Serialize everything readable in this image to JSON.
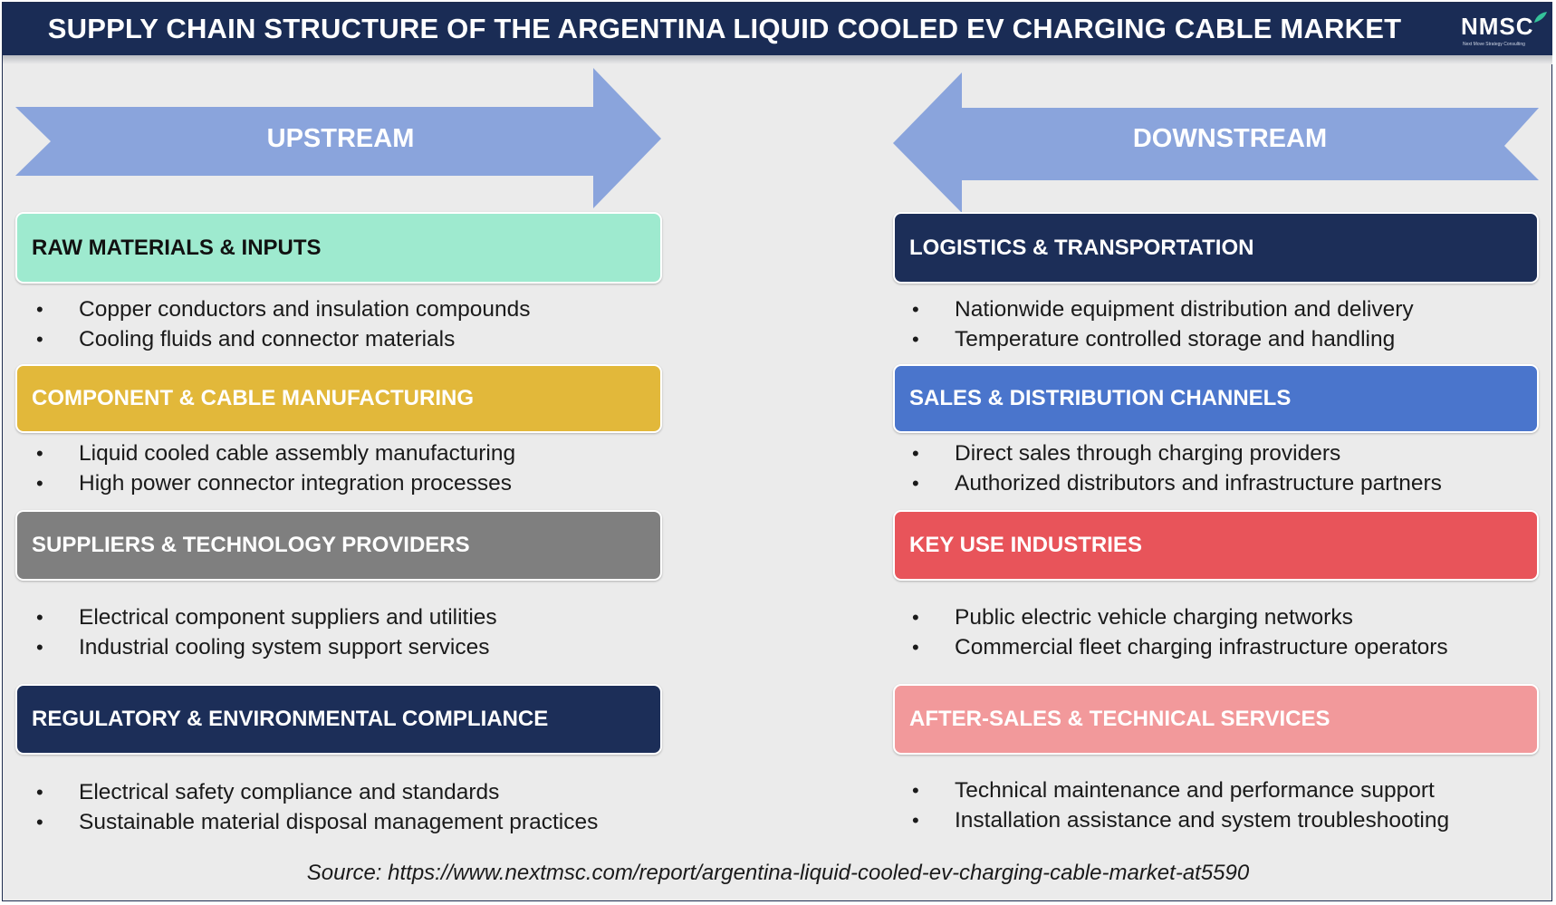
{
  "header": {
    "title": "SUPPLY CHAIN STRUCTURE OF THE ARGENTINA LIQUID COOLED EV CHARGING CABLE MARKET",
    "logo": "NMSC",
    "logo_sub": "Next Move Strategy Consulting"
  },
  "upstream": {
    "label": "UPSTREAM",
    "sections": [
      {
        "title": "RAW MATERIALS & INPUTS",
        "bg": "#9eeacf",
        "fg": "#111111",
        "items": [
          "Copper conductors and insulation compounds",
          "Cooling fluids and connector materials"
        ]
      },
      {
        "title": "COMPONENT & CABLE MANUFACTURING",
        "bg": "#e2b83a",
        "fg": "#ffffff",
        "items": [
          "Liquid cooled cable assembly manufacturing",
          "High power connector integration processes"
        ]
      },
      {
        "title": "SUPPLIERS & TECHNOLOGY PROVIDERS",
        "bg": "#7f7f7f",
        "fg": "#ffffff",
        "items": [
          "Electrical component suppliers and utilities",
          "Industrial cooling system support services"
        ]
      },
      {
        "title": "REGULATORY & ENVIRONMENTAL COMPLIANCE",
        "bg": "#1c2e58",
        "fg": "#ffffff",
        "items": [
          "Electrical safety compliance and standards",
          "Sustainable material disposal management practices"
        ]
      }
    ]
  },
  "downstream": {
    "label": "DOWNSTREAM",
    "sections": [
      {
        "title": "LOGISTICS & TRANSPORTATION",
        "bg": "#1c2e58",
        "fg": "#ffffff",
        "items": [
          "Nationwide equipment distribution and delivery",
          "Temperature controlled storage and handling"
        ]
      },
      {
        "title": "SALES & DISTRIBUTION CHANNELS",
        "bg": "#4a75cc",
        "fg": "#ffffff",
        "items": [
          "Direct sales through charging providers",
          "Authorized distributors and infrastructure partners"
        ]
      },
      {
        "title": "KEY USE INDUSTRIES",
        "bg": "#e8545a",
        "fg": "#ffffff",
        "items": [
          "Public electric vehicle charging networks",
          "Commercial fleet charging infrastructure operators"
        ]
      },
      {
        "title": "AFTER-SALES & TECHNICAL SERVICES",
        "bg": "#f2999b",
        "fg": "#ffffff",
        "items": [
          "Technical maintenance and performance support",
          "Installation assistance and system troubleshooting"
        ]
      }
    ]
  },
  "colors": {
    "arrow": "#8aa4dc",
    "header": "#1a2c55"
  },
  "source": "Source: https://www.nextmsc.com/report/argentina-liquid-cooled-ev-charging-cable-market-at5590"
}
